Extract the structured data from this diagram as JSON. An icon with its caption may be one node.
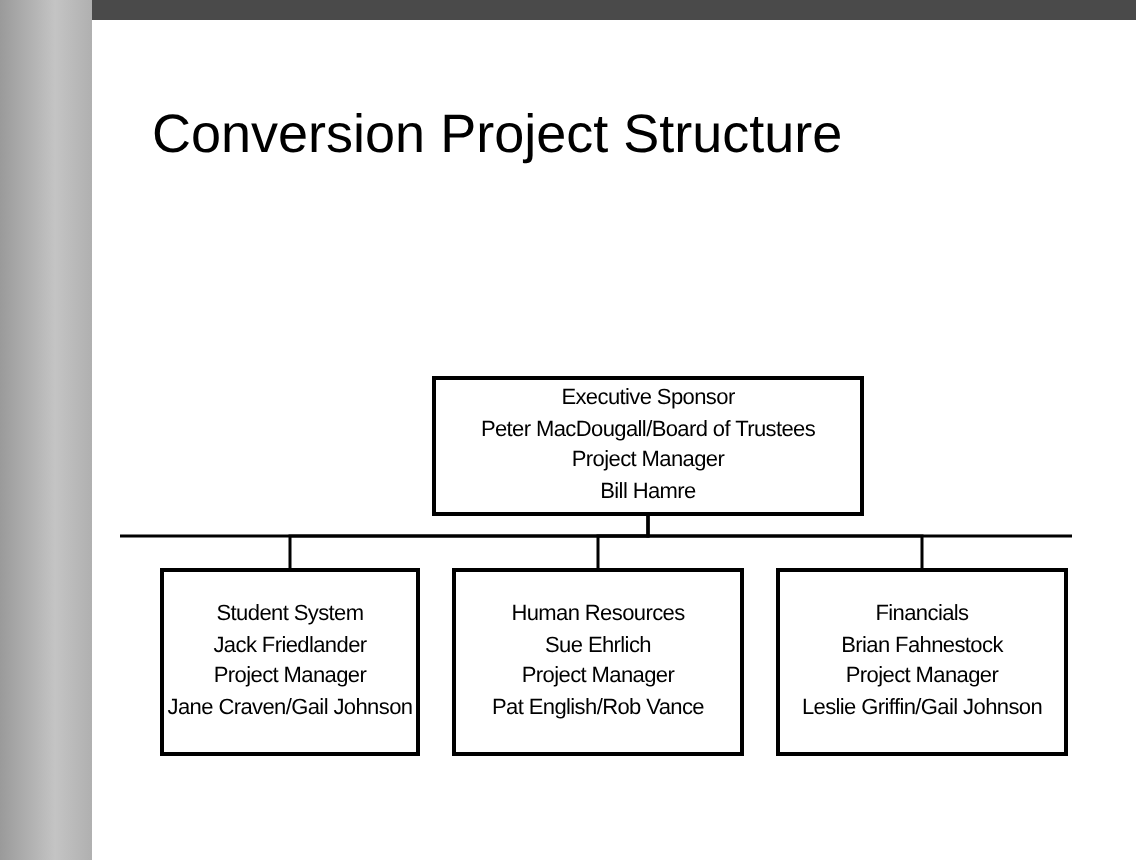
{
  "diagram": {
    "title": "Conversion Project Structure",
    "nodes": [
      {
        "text": [
          "Executive Sponsor",
          "Peter MacDougall/Board of Trustees",
          "Project Manager",
          "Bill Hamre"
        ]
      },
      {
        "text": [
          "Student System",
          "Jack Friedlander",
          "Project Manager",
          "Jane Craven/Gail Johnson"
        ]
      },
      {
        "text": [
          "Human Resources",
          "Sue Ehrlich",
          "Project Manager",
          "Pat English/Rob Vance"
        ]
      },
      {
        "text": [
          "Financials",
          "Brian Fahnestock",
          "Project Manager",
          "Leslie Griffin/Gail Johnson"
        ]
      }
    ],
    "edges": [
      {
        "from": 0,
        "to": 1,
        "arrow": "none"
      },
      {
        "from": 0,
        "to": 2,
        "arrow": "none"
      },
      {
        "from": 0,
        "to": 3,
        "arrow": "none"
      }
    ]
  }
}
